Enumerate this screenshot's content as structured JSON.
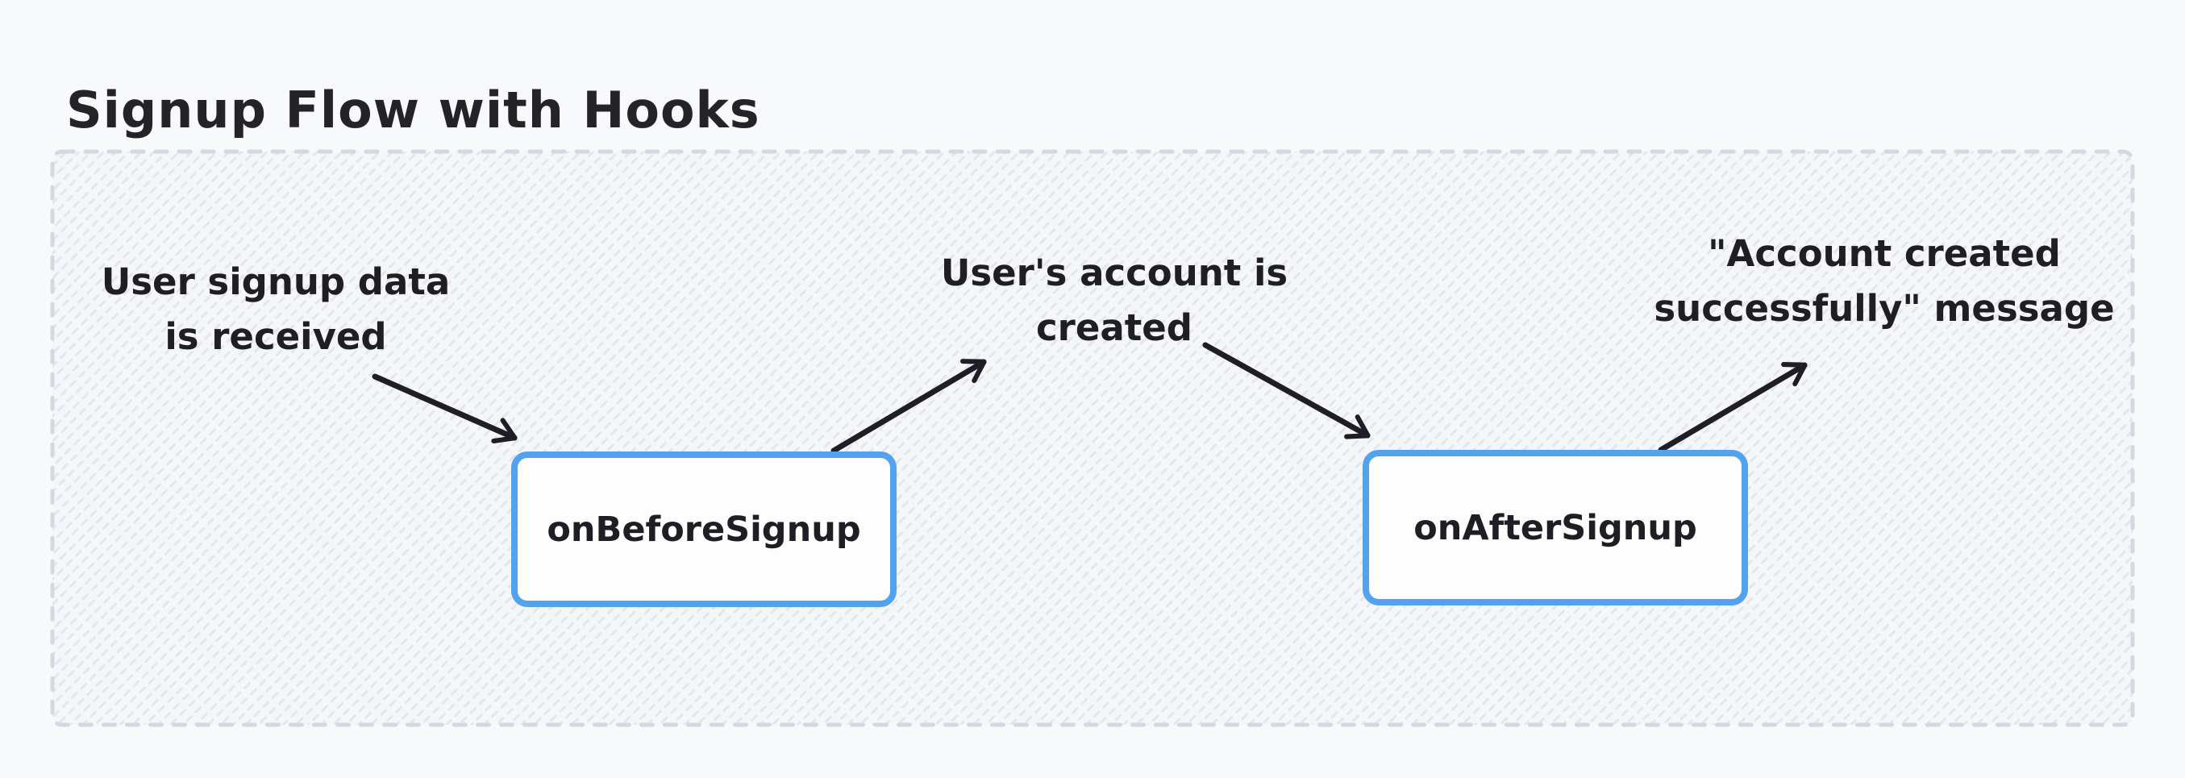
{
  "diagram": {
    "title": "Signup Flow with Hooks",
    "annotations": [
      {
        "id": "signup-data",
        "lines": [
          "User signup data",
          "is received"
        ]
      },
      {
        "id": "account-created",
        "lines": [
          "User's account is",
          "created"
        ]
      },
      {
        "id": "success-message",
        "lines": [
          "\"Account created",
          "successfully\" message"
        ]
      }
    ],
    "nodes": [
      {
        "id": "onBeforeSignup",
        "label": "onBeforeSignup"
      },
      {
        "id": "onAfterSignup",
        "label": "onAfterSignup"
      }
    ],
    "connections": [
      {
        "from": "User signup data is received",
        "to": "onBeforeSignup"
      },
      {
        "from": "onBeforeSignup",
        "to": "User's account is created"
      },
      {
        "from": "User's account is created",
        "to": "onAfterSignup"
      },
      {
        "from": "onAfterSignup",
        "to": "\"Account created successfully\" message"
      }
    ],
    "colors": {
      "page_background": "#f8f9fb",
      "frame_background": "#f5f6f9",
      "frame_dashed_border": "#d5d8e0",
      "hatch_tick": "#e4e6ed",
      "node_border": "#53a2ee",
      "node_fill": "#fdfdfe",
      "ink": "#1e1e24"
    }
  }
}
